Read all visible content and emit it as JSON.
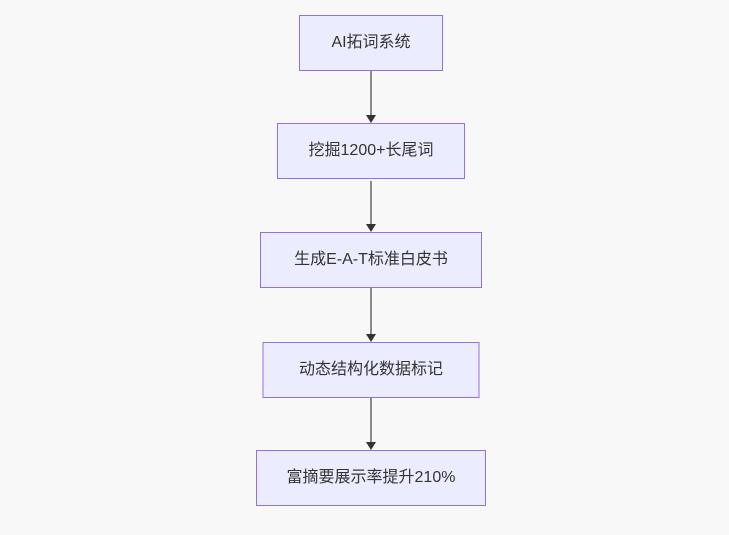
{
  "flowchart": {
    "type": "flowchart",
    "direction": "top-down",
    "nodes": [
      {
        "label": "AI拓词系统"
      },
      {
        "label": "挖掘1200+长尾词"
      },
      {
        "label": "生成E-A-T标准白皮书"
      },
      {
        "label": "动态结构化数据标记"
      },
      {
        "label": "富摘要展示率提升210%"
      }
    ],
    "edges": [
      {
        "from": 0,
        "to": 1,
        "style": "arrow"
      },
      {
        "from": 1,
        "to": 2,
        "style": "arrow"
      },
      {
        "from": 2,
        "to": 3,
        "style": "arrow"
      },
      {
        "from": 3,
        "to": 4,
        "style": "arrow"
      }
    ],
    "colors": {
      "node_fill": "#ececff",
      "node_border": "#9370db",
      "node_text": "#333333",
      "arrow_line": "#8a8a8a",
      "arrowhead": "#333333",
      "background": "#f8f8f8"
    }
  }
}
